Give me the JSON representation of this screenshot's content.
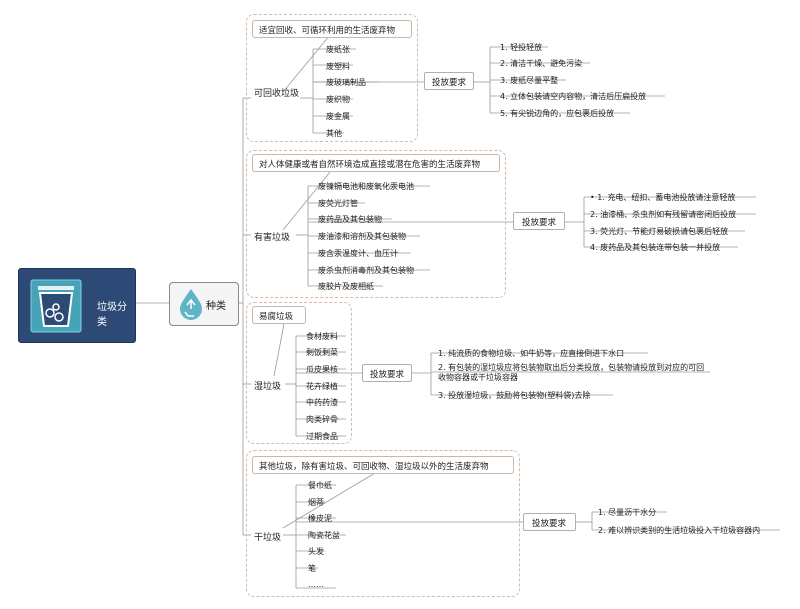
{
  "root": {
    "label": "垃圾分类"
  },
  "hub": {
    "label": "种类"
  },
  "categories": [
    {
      "name": "可回收垃圾",
      "definition": "适宜回收、可循环利用的生活废弃物",
      "items": [
        "废纸张",
        "废塑料",
        "废玻璃制品",
        "废织物",
        "废金属",
        "其他"
      ],
      "requirements_label": "投放要求",
      "requirements": [
        "1. 轻投轻放",
        "2. 清洁干燥、避免污染",
        "3. 废纸尽量平整",
        "4. 立体包装请空内容物，清洁后压扁投放",
        "5. 有尖锐边角的，应包裹后投放"
      ]
    },
    {
      "name": "有害垃圾",
      "definition": "对人体健康或者自然环境造成直接或潜在危害的生活废弃物",
      "items": [
        "废镍镉电池和废氧化汞电池",
        "废荧光灯管",
        "废药品及其包装物",
        "废油漆和溶剂及其包装物",
        "废含汞温度计、血压计",
        "废杀虫剂消毒剂及其包装物",
        "废胶片及废相纸"
      ],
      "requirements_label": "投放要求",
      "requirements": [
        "• 1. 充电、纽扣、蓄电池投放请注意轻放",
        "2. 油漆桶、杀虫剂如有残留请密闭后投放",
        "3. 荧光灯、节能灯易破损请包裹后轻放",
        "4. 废药品及其包装连带包装一并投放"
      ]
    },
    {
      "name": "湿垃圾",
      "definition": "易腐垃圾",
      "items": [
        "食材废料",
        "剩饭剩菜",
        "瓜皮果核",
        "花卉绿植",
        "中药药渣",
        "肉类碎骨",
        "过期食品"
      ],
      "requirements_label": "投放要求",
      "requirements": [
        "1. 纯流质的食物垃圾、如牛奶等，应直接倒进下水口",
        "2. 有包装的湿垃圾应将包装物取出后分类投放，包装物请投放到对应的可回收物容器或干垃圾容器",
        "3. 投放湿垃圾，鼓励将包装物(塑料袋)去除"
      ]
    },
    {
      "name": "干垃圾",
      "definition": "其他垃圾，除有害垃圾、可回收物、湿垃圾以外的生活废弃物",
      "items": [
        "餐巾纸",
        "烟蒂",
        "橡皮泥",
        "陶瓷花盆",
        "头发",
        "笔",
        "……"
      ],
      "requirements_label": "投放要求",
      "requirements": [
        "1.  尽量沥干水分",
        "2. 难以辨识类别的生活垃圾投入干垃圾容器内"
      ]
    }
  ],
  "colors": {
    "root_fill": "#2c4a75",
    "connector": "#9a9a9a",
    "panel_border": "#d7b9a6",
    "recycle_icon": "#4aa3b8"
  },
  "icons": {
    "root": "trash-bin-icon",
    "hub": "recycle-icon"
  }
}
